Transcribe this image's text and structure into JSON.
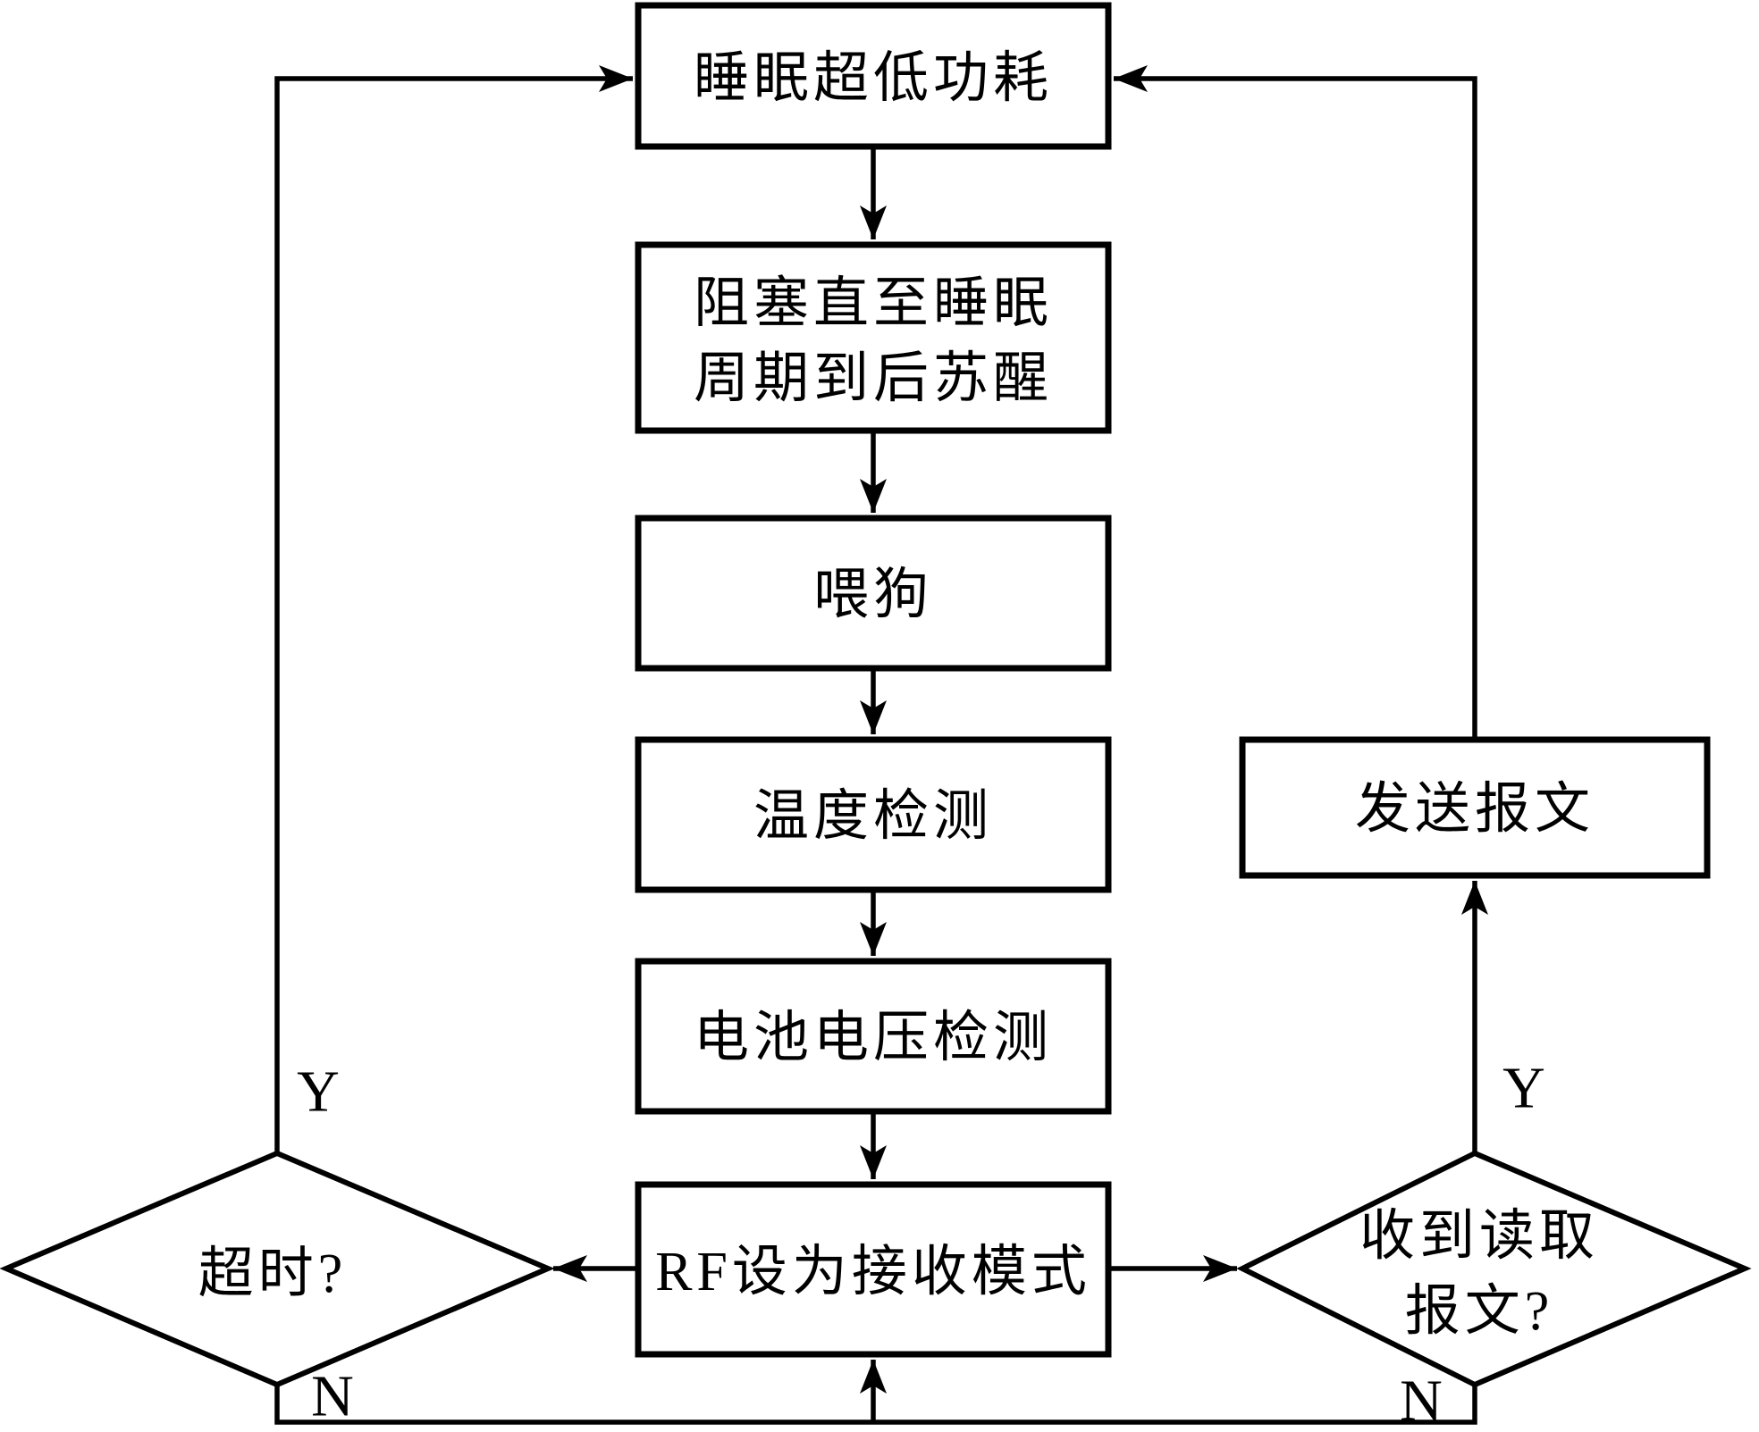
{
  "diagram": {
    "type": "flowchart",
    "background_color": "#ffffff",
    "line_color": "#000000",
    "text_color": "#000000",
    "nodes": {
      "sleep": {
        "type": "process",
        "label": "睡眠超低功耗"
      },
      "block_until_wake": {
        "type": "process",
        "line1": "阻塞直至睡眠",
        "line2": "周期到后苏醒"
      },
      "feed_watchdog": {
        "type": "process",
        "label": "喂狗"
      },
      "temperature_check": {
        "type": "process",
        "label": "温度检测"
      },
      "battery_voltage_check": {
        "type": "process",
        "label": "电池电压检测"
      },
      "rf_receive_mode": {
        "type": "process",
        "label": "RF设为接收模式"
      },
      "send_message": {
        "type": "process",
        "label": "发送报文"
      },
      "timeout_decision": {
        "type": "decision",
        "label": "超时?"
      },
      "received_decision": {
        "type": "decision",
        "line1": "收到读取",
        "line2": "报文?"
      }
    },
    "edge_labels": {
      "timeout_yes": "Y",
      "timeout_no": "N",
      "received_yes": "Y",
      "received_no": "N"
    }
  }
}
